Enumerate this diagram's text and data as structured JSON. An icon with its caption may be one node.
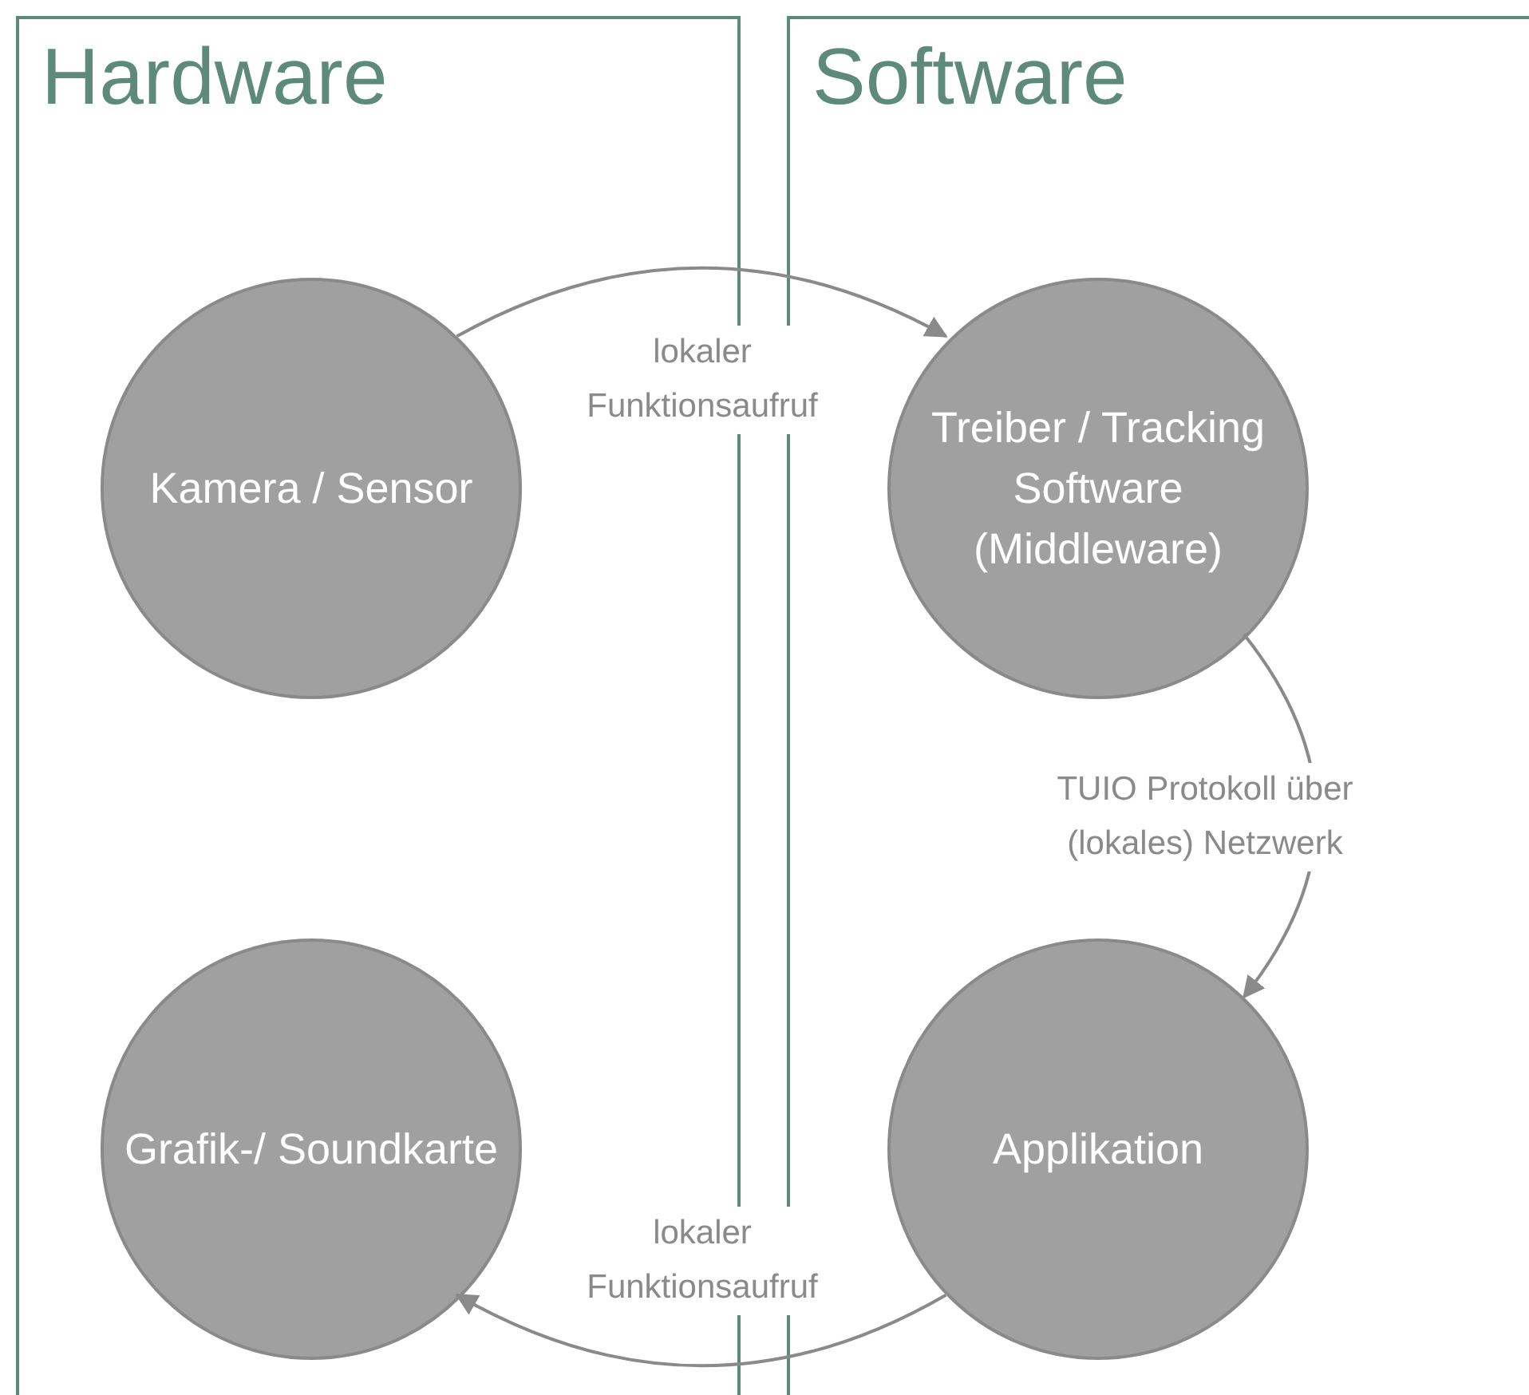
{
  "diagram": {
    "nodes": [
      {
        "text": [
          "Hardware"
        ]
      },
      {
        "text": [
          "Software"
        ]
      },
      {
        "text": [
          "Kamera / Sensor"
        ],
        "in": 0
      },
      {
        "text": [
          "Grafik-/ Soundkarte"
        ],
        "in": 0
      },
      {
        "text": [
          "Treiber / Tracking Software (Middleware)"
        ],
        "in": 1
      },
      {
        "text": [
          "Applikation"
        ],
        "in": 1
      }
    ],
    "edges": [
      {
        "from": 2,
        "to": 4,
        "arrow": "to",
        "label": "lokaler Funktionsaufruf"
      },
      {
        "from": 4,
        "to": 5,
        "arrow": "to",
        "label": "TUIO Protokoll über (lokales) Netzwerk"
      },
      {
        "from": 5,
        "to": 3,
        "arrow": "to",
        "label": "lokaler Funktionsaufruf"
      }
    ]
  }
}
